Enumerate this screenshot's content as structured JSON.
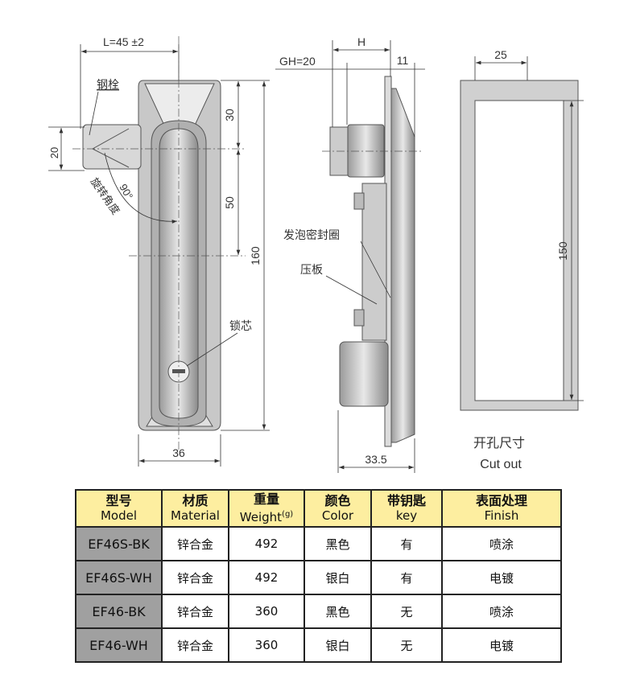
{
  "drawing": {
    "front_view": {
      "length_dim": "L=45 ±2",
      "bolt_label": "钢栓",
      "bolt_height": "20",
      "rotation_angle": "90°",
      "rotation_label": "旋转角度",
      "dim_top": "30",
      "dim_mid": "50",
      "dim_total": "160",
      "dim_width": "36",
      "lock_core_label": "锁芯"
    },
    "side_view": {
      "h_label": "H",
      "gh_label": "GH=20",
      "dim_11": "11",
      "foam_seal_label": "发泡密封圈",
      "pressure_plate_label": "压板",
      "dim_depth": "33.5"
    },
    "cutout_view": {
      "dim_width": "25",
      "dim_height": "150",
      "title_cn": "开孔尺寸",
      "title_en": "Cut out"
    }
  },
  "table": {
    "headers": [
      {
        "cn": "型号",
        "en": "Model"
      },
      {
        "cn": "材质",
        "en": "Material"
      },
      {
        "cn": "重量",
        "en": "Weight",
        "unit": "(g)"
      },
      {
        "cn": "颜色",
        "en": "Color"
      },
      {
        "cn": "带钥匙",
        "en": "key"
      },
      {
        "cn": "表面处理",
        "en": "Finish"
      }
    ],
    "rows": [
      [
        "EF46S-BK",
        "锌合金",
        "492",
        "黑色",
        "有",
        "喷涂"
      ],
      [
        "EF46S-WH",
        "锌合金",
        "492",
        "银白",
        "有",
        "电镀"
      ],
      [
        "EF46-BK",
        "锌合金",
        "360",
        "黑色",
        "无",
        "喷涂"
      ],
      [
        "EF46-WH",
        "锌合金",
        "360",
        "银白",
        "无",
        "电镀"
      ]
    ]
  }
}
